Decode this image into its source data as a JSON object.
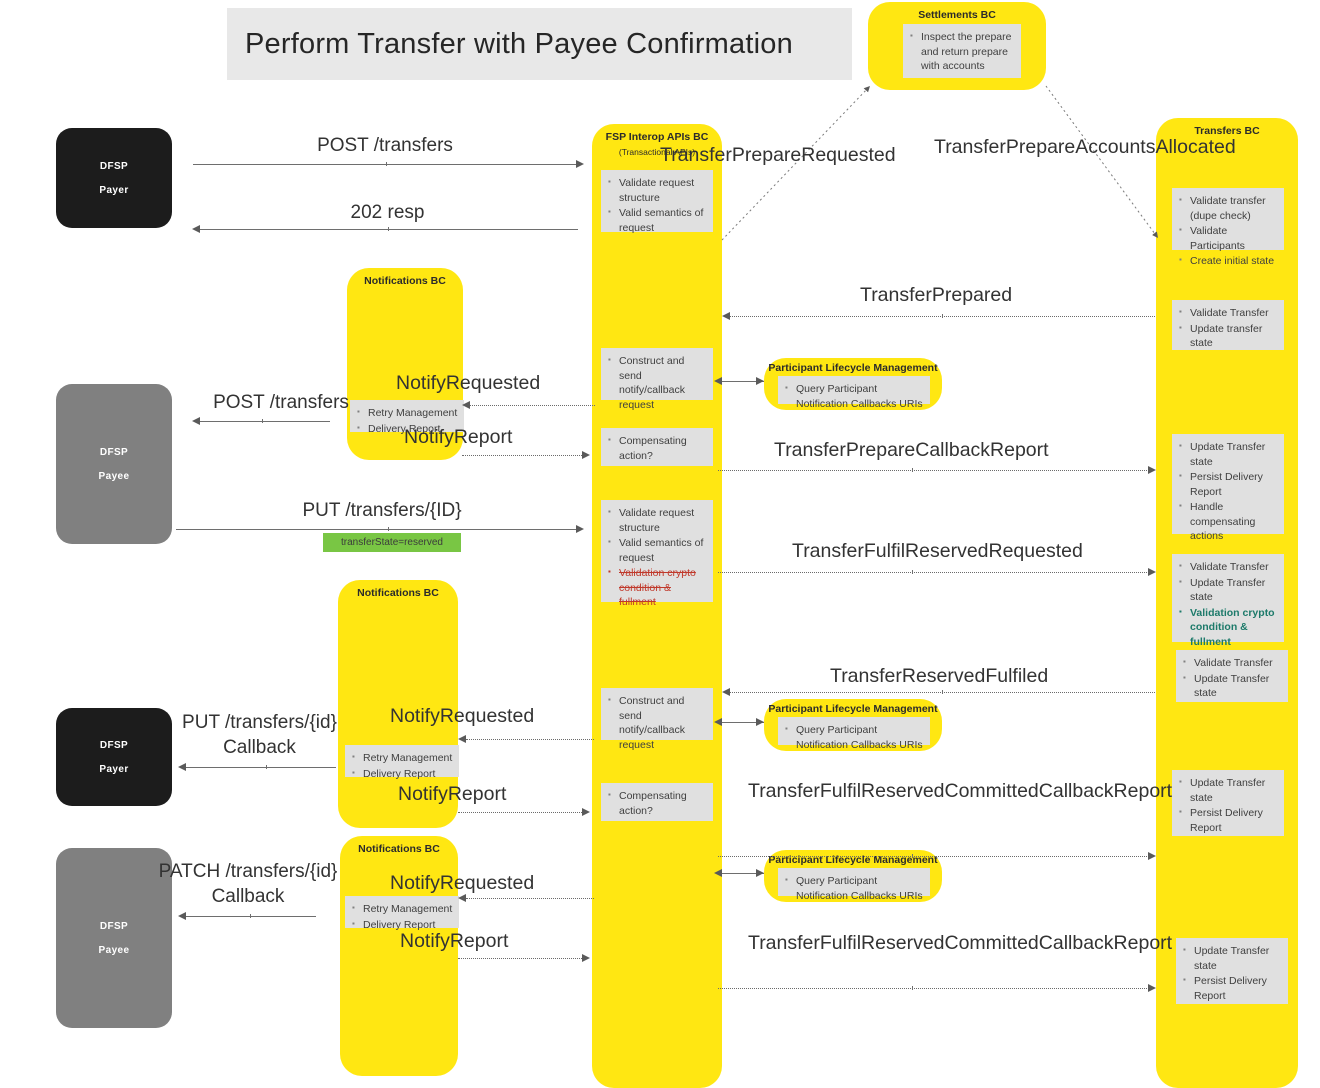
{
  "title": "Perform Transfer with Payee Confirmation",
  "lanes": {
    "settlements": {
      "name": "Settlements BC",
      "note": [
        "Inspect the prepare and return prepare with accounts"
      ]
    },
    "fsp_interop": {
      "name": "FSP Interop APIs BC",
      "subtitle": "(Transactional APIs)",
      "notes": [
        [
          "Validate request structure",
          "Valid semantics of request"
        ],
        [
          "Construct and send notify/callback request"
        ],
        [
          "Compensating action?"
        ],
        [
          "Validate request structure",
          "Valid semantics of request",
          "Validation crypto condition & fullment"
        ],
        [
          "Construct and send notify/callback request"
        ],
        [
          "Compensating action?"
        ]
      ]
    },
    "transfers": {
      "name": "Transfers BC",
      "notes": [
        [
          "Validate transfer (dupe check)",
          "Validate Participants",
          "Create initial state"
        ],
        [
          "Validate Transfer",
          "Update transfer state"
        ],
        [
          "Update Transfer state",
          "Persist Delivery Report",
          "Handle compensating actions"
        ],
        [
          "Validate Transfer",
          "Update Transfer state",
          "Validation crypto condition & fullment"
        ],
        [
          "Validate Transfer",
          "Update Transfer state"
        ],
        [
          "Update Transfer state",
          "Persist Delivery Report"
        ],
        [
          "Update Transfer state",
          "Persist Delivery Report"
        ]
      ]
    },
    "notifications": {
      "name": "Notifications BC",
      "note": [
        "Retry Management",
        "Delivery Report"
      ]
    },
    "plm": {
      "name": "Participant Lifecycle Management",
      "note": [
        "Query Participant Notification Callbacks URIs"
      ]
    }
  },
  "actors": [
    {
      "line1": "DFSP",
      "line2": "Payer",
      "tone": "dark"
    },
    {
      "line1": "DFSP",
      "line2": "Payee",
      "tone": "grey"
    },
    {
      "line1": "DFSP",
      "line2": "Payer",
      "tone": "dark"
    },
    {
      "line1": "DFSP",
      "line2": "Payee",
      "tone": "grey"
    }
  ],
  "http_messages": [
    {
      "label": "POST /transfers"
    },
    {
      "label": "202 resp"
    },
    {
      "label": "POST /transfers"
    },
    {
      "label": "PUT /transfers/{ID}"
    },
    {
      "label": "PUT /transfers/{id}\nCallback"
    },
    {
      "label": "PATCH /transfers/{id}\nCallback"
    }
  ],
  "badges": [
    {
      "text": "transferState=reserved",
      "color": "#79c644"
    }
  ],
  "events": [
    {
      "label": "TransferPrepareRequested"
    },
    {
      "label": "TransferPrepareAccountsAllocated"
    },
    {
      "label": "TransferPrepared"
    },
    {
      "label": "NotifyRequested"
    },
    {
      "label": "NotifyReport"
    },
    {
      "label": "TransferPrepareCallbackReport"
    },
    {
      "label": "TransferFulfilReservedRequested"
    },
    {
      "label": "TransferReservedFulfiled"
    },
    {
      "label": "NotifyRequested"
    },
    {
      "label": "NotifyReport"
    },
    {
      "label": "TransferFulfilReservedCommittedCallbackReport"
    },
    {
      "label": "NotifyRequested"
    },
    {
      "label": "NotifyReport"
    },
    {
      "label": "TransferFulfilReservedCommittedCallbackReport"
    }
  ],
  "colors": {
    "lane": "#ffe712",
    "note": "#e0e0e0",
    "badge": "#79c644",
    "title_bg": "#e8e8e8",
    "actor_dark": "#1c1c1c",
    "actor_grey": "#808080",
    "strike": "#c0392b",
    "green_text": "#1d7a6a"
  }
}
